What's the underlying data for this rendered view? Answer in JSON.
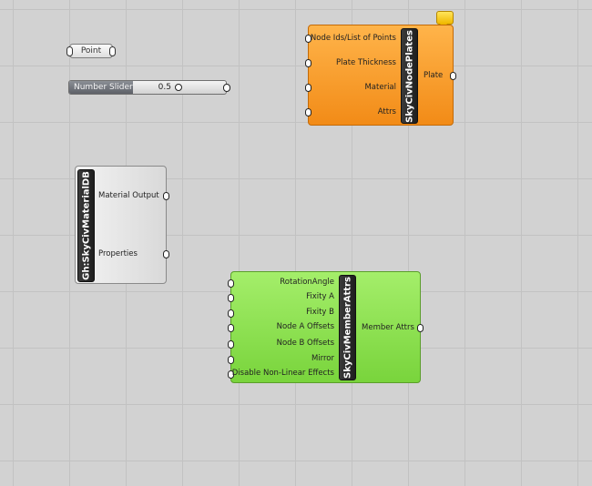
{
  "point_param": {
    "label": "Point"
  },
  "slider": {
    "label": "Number Slider",
    "value": "0.5"
  },
  "plates_component": {
    "title": "SkyCivNodePlates",
    "inputs": [
      "Node Ids/List of Points",
      "Plate Thickness",
      "Material",
      "Attrs"
    ],
    "output": "Plate",
    "color": "#f59a26"
  },
  "material_component": {
    "title": "Gh:SkyCivMaterialDB",
    "outputs": [
      "Material Output",
      "Properties"
    ]
  },
  "member_component": {
    "title": "SkyCivMemberAttrs",
    "inputs": [
      "RotationAngle",
      "Fixity A",
      "Fixity B",
      "Node A Offsets",
      "Node B Offsets",
      "Mirror",
      "Disable Non-Linear Effects"
    ],
    "output": "Member Attrs",
    "color": "#8ee04f"
  }
}
